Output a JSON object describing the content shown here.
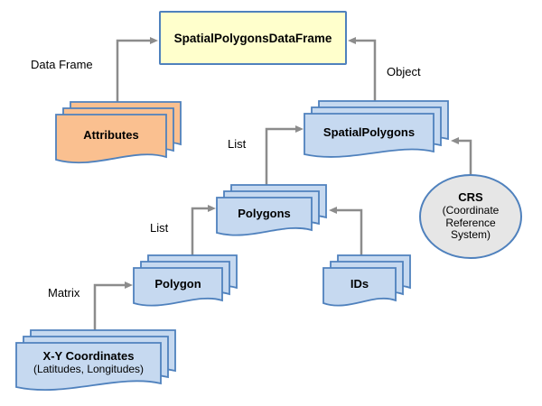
{
  "title": "SpatialPolygonsDataFrame structure diagram",
  "root_box": {
    "label": "SpatialPolygonsDataFrame"
  },
  "nodes": {
    "attributes": {
      "label": "Attributes",
      "type": "stacked-document",
      "fill": "#FAC090"
    },
    "spatial_polygons": {
      "label": "SpatialPolygons",
      "type": "stacked-document",
      "fill": "#C6D9F0"
    },
    "polygons": {
      "label": "Polygons",
      "type": "stacked-document",
      "fill": "#C6D9F0"
    },
    "polygon": {
      "label": "Polygon",
      "type": "stacked-document",
      "fill": "#C6D9F0"
    },
    "ids": {
      "label": "IDs",
      "type": "stacked-document",
      "fill": "#C6D9F0"
    },
    "xy_coordinates": {
      "label": "X-Y Coordinates",
      "sublabel": "(Latitudes, Longitudes)",
      "type": "stacked-document",
      "fill": "#C6D9F0"
    },
    "crs": {
      "label": "CRS",
      "sublabel": "(Coordinate Reference System)",
      "type": "ellipse",
      "fill": "#E6E6E6"
    }
  },
  "edges": [
    {
      "from": "attributes",
      "to": "root_box",
      "label": "Data Frame"
    },
    {
      "from": "spatial_polygons",
      "to": "root_box",
      "label": "Object"
    },
    {
      "from": "polygons",
      "to": "spatial_polygons",
      "label": "List"
    },
    {
      "from": "polygon",
      "to": "polygons",
      "label": "List"
    },
    {
      "from": "ids",
      "to": "polygons",
      "label": ""
    },
    {
      "from": "crs",
      "to": "spatial_polygons",
      "label": ""
    },
    {
      "from": "xy_coordinates",
      "to": "polygon",
      "label": "Matrix"
    }
  ],
  "colors": {
    "root_fill": "#FFFFCC",
    "shape_border_blue": "#4F81BD",
    "arrow_gray": "#8C8C8C",
    "doc_blue": "#C6D9F0",
    "doc_orange": "#FAC090",
    "ellipse_gray": "#E6E6E6"
  }
}
